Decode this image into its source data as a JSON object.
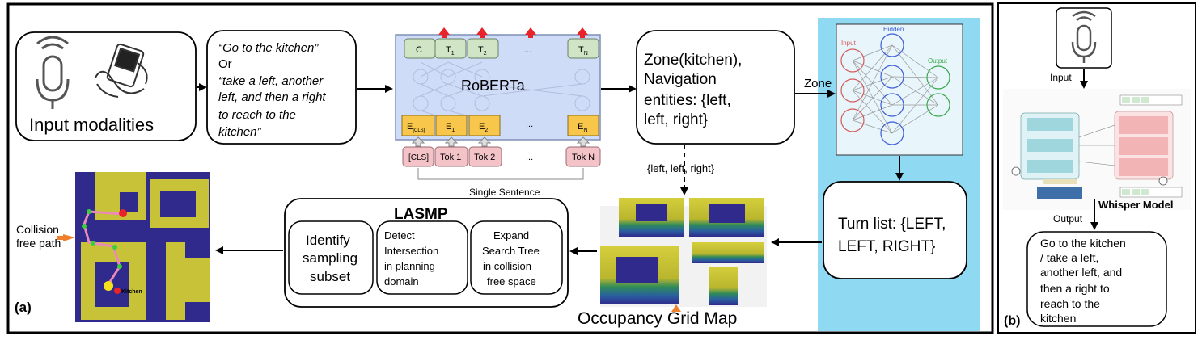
{
  "panel_a": {
    "label": "(a)",
    "input_box": {
      "label": "Input modalities"
    },
    "commands": {
      "line1": "“Go to the kitchen”",
      "line2": "Or",
      "line3": "“take a left, another",
      "line4": "left, and then a right",
      "line5": "to reach to the",
      "line6": "kitchen”"
    },
    "roberta": {
      "name": "RoBERTa",
      "top_tokens": [
        "C",
        "T",
        "T",
        "...",
        "T"
      ],
      "top_subs": [
        "",
        "1",
        "2",
        "",
        "N"
      ],
      "emb_tokens": [
        "E",
        "E",
        "E",
        "...",
        "E"
      ],
      "emb_subs": [
        "[CLS]",
        "1",
        "2",
        "",
        "N"
      ],
      "input_tokens": [
        "[CLS]",
        "Tok 1",
        "Tok 2",
        "...",
        "Tok N"
      ],
      "footer": "Single Sentence"
    },
    "zone_box": {
      "line1": "Zone(kitchen),",
      "line2": "Navigation",
      "line3": "entities:  {left,",
      "line4": "left, right}"
    },
    "zone_arrow_label": "Zone",
    "nn": {
      "input": "Input",
      "hidden": "Hidden",
      "output": "Output"
    },
    "entities_label": "{left, left, right}",
    "turn_box": {
      "line1": "Turn list: {LEFT,",
      "line2": "LEFT, RIGHT}"
    },
    "occupancy_label": "Occupancy Grid Map",
    "lasmp": {
      "title": "LASMP",
      "step1": [
        "Identify",
        "sampling",
        "subset"
      ],
      "step2": [
        "Detect",
        "Intersection",
        "in  planning",
        "domain"
      ],
      "step3": [
        "Expand",
        "Search Tree",
        "in collision",
        "free space"
      ]
    },
    "path_label": [
      "Collision",
      "free path"
    ],
    "kitchen_label": "Kitchen"
  },
  "panel_b": {
    "label": "(b)",
    "input_label": "Input",
    "output_label": "Output",
    "model_name": "Whisper Model",
    "result": {
      "line1": "Go to the kitchen",
      "line2": "/ take a left,",
      "line3": "another left, and",
      "line4": "then a right to",
      "line5": "reach to the",
      "line6": "kitchen"
    }
  },
  "colors": {
    "nn_background": "#8fd9f2",
    "roberta_fill": "#cfdcf8",
    "token_green": "#cfe5c6",
    "token_yellow": "#f7c64b",
    "token_pink": "#f4c3c8",
    "arrow_red": "#e8232a",
    "map_floor": "#2f2a8c",
    "map_wall": "#c8c238",
    "path_pink": "#e98ab8",
    "orange_arrow": "#f07f2c"
  }
}
